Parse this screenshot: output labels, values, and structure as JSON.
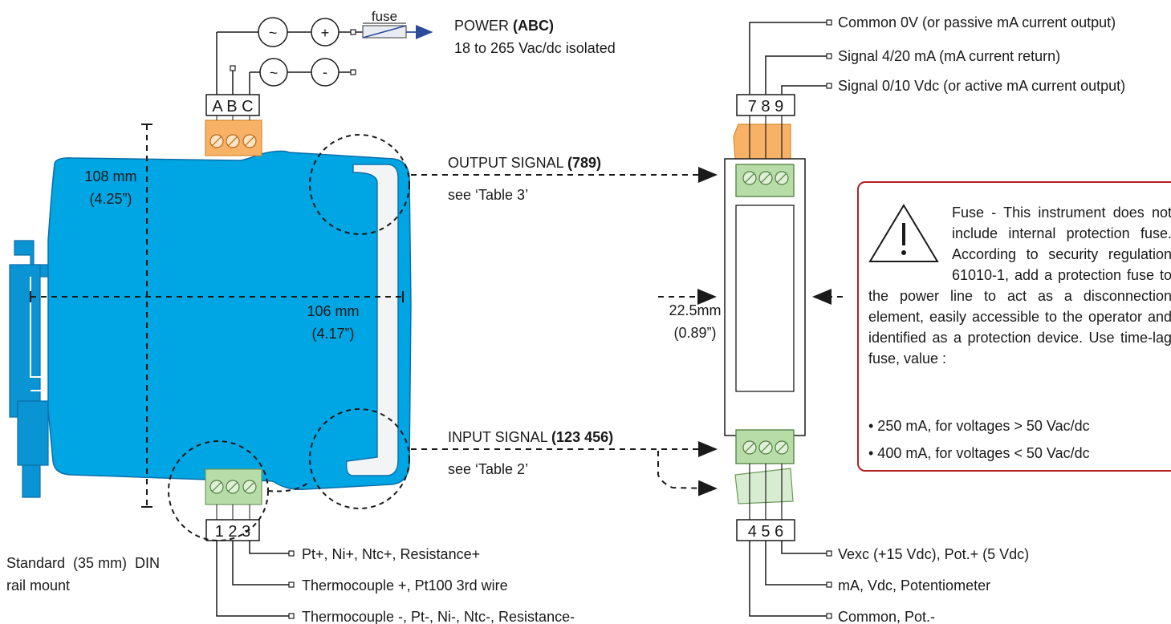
{
  "power": {
    "fuse_label": "fuse",
    "title": "POWER ",
    "title_bold": "(ABC)",
    "subtitle": "18 to 265 Vac/dc isolated",
    "ac_symbol": "~",
    "plus_symbol": "+",
    "minus_symbol": "-"
  },
  "terminals": {
    "top_left": "A B C",
    "bottom_left": "1 2 3",
    "top_right": "7 8 9",
    "bottom_right": "4 5 6"
  },
  "dimensions": {
    "height_mm": "108 mm",
    "height_in": "(4.25”)",
    "depth_mm": "106 mm",
    "depth_in": "(4.17”)",
    "width_mm": "22.5mm",
    "width_in": "(0.89”)"
  },
  "output_signal": {
    "title": "OUTPUT SIGNAL ",
    "title_bold": "(789)",
    "see": "see ‘Table 3’"
  },
  "input_signal": {
    "title": "INPUT SIGNAL ",
    "title_bold": "(123 456)",
    "see": "see ‘Table 2’"
  },
  "right_top_labels": [
    "Common 0V (or passive mA current output)",
    "Signal 4/20 mA (mA current return)",
    "Signal 0/10 Vdc (or active mA current output)"
  ],
  "right_bottom_labels": [
    "Vexc (+15 Vdc), Pot.+ (5 Vdc)",
    "mA, Vdc, Potentiometer",
    "Common, Pot.-"
  ],
  "left_bottom_labels": [
    "Pt+, Ni+, Ntc+, Resistance+",
    "Thermocouple +, Pt100 3rd wire",
    "Thermocouple -, Pt-, Ni-, Ntc-, Resistance-"
  ],
  "din_rail": {
    "line1": "Standard  (35 mm)  DIN",
    "line2": "rail mount"
  },
  "fuse_note": {
    "text": "Fuse - This instrument does not include internal protection fuse. According to security regulation 61010-1, add a protection fuse to the power line to act as a disconnection element, easily accessible to the operator and identified as a protection device. Use time-lag fuse, value :",
    "bullet_1": "• 250 mA, for voltages > 50 Vac/dc",
    "bullet_2": "• 400 mA, for voltages < 50 Vac/dc"
  },
  "colors": {
    "body_blue": "#00a5e3",
    "body_edge": "#0b6fa8",
    "power_terminal_orange": "#f7b267",
    "signal_terminal_green": "#b8dca8",
    "warning_red": "#b32025",
    "arrow_blue": "#2a4c9a"
  }
}
